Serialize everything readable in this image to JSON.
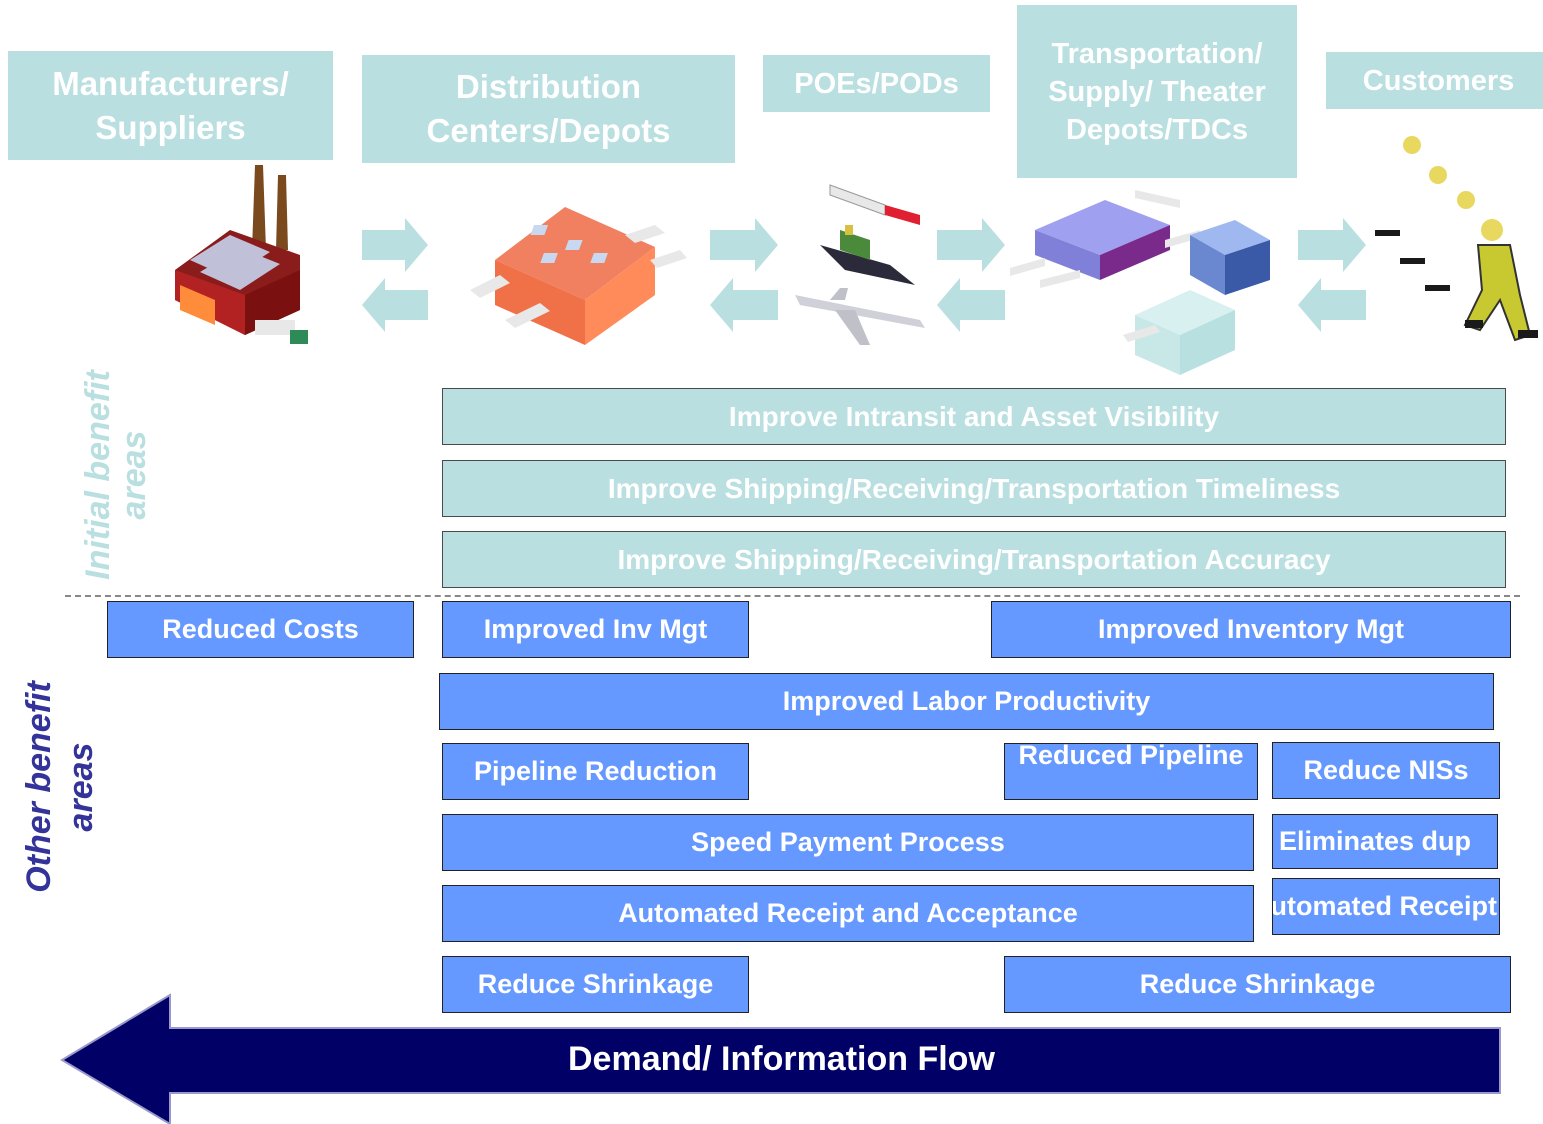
{
  "stages": [
    {
      "id": "manufacturers",
      "label": "Manufacturers/ Suppliers"
    },
    {
      "id": "distribution",
      "label": "Distribution Centers/Depots"
    },
    {
      "id": "poes",
      "label": "POEs/PODs"
    },
    {
      "id": "transportation",
      "label": "Transportation/ Supply/ Theater Depots/TDCs"
    },
    {
      "id": "customers",
      "label": "Customers"
    }
  ],
  "section_labels": {
    "initial": "Initial benefit areas",
    "other": "Other benefit areas"
  },
  "initial_benefits": [
    "Improve Intransit and Asset Visibility",
    "Improve Shipping/Receiving/Transportation Timeliness",
    "Improve Shipping/Receiving/Transportation Accuracy"
  ],
  "other_benefits": {
    "reduced_costs": "Reduced Costs",
    "improved_inv_mgt": "Improved Inv Mgt",
    "improved_inventory_mgt": "Improved Inventory Mgt",
    "improved_labor_productivity": "Improved Labor Productivity",
    "pipeline_reduction": "Pipeline Reduction",
    "reduced_pipeline": "Reduced Pipeline",
    "reduce_niss": "Reduce NISs",
    "speed_payment_process": "Speed Payment Process",
    "eliminates_dup": "Eliminates dup",
    "automated_receipt_acceptance": "Automated Receipt and Acceptance",
    "automated_receipt_clipped": "Automated Receipt",
    "reduce_shrinkage_left": "Reduce Shrinkage",
    "reduce_shrinkage_right": "Reduce Shrinkage"
  },
  "flow": {
    "label": "Demand/ Information Flow"
  },
  "colors": {
    "teal": "#b9dfe0",
    "blue_box": "#6699ff",
    "navy": "#000066",
    "other_label": "#333399"
  },
  "icons": [
    "factory-icon",
    "warehouse-icon",
    "truck-ship-plane-icon",
    "depot-buildings-icon",
    "soldiers-icon"
  ]
}
